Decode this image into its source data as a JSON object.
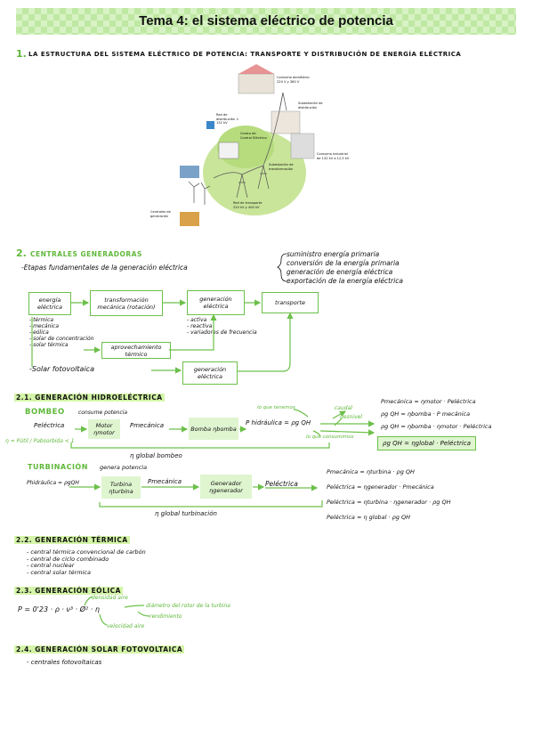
{
  "title": "Tema 4: el sistema eléctrico de potencia",
  "section1": {
    "number": "1.",
    "heading": "LA ESTRUCTURA DEL SISTEMA ELÉCTRICO DE POTENCIA: TRANSPORTE Y DISTRIBUCIÓN DE ENERGÍA ELÉCTRICA"
  },
  "figure_labels": {
    "consumo_domestico": "Consumo doméstico 220 V y 380 V",
    "subestacion_distribucion": "Subestación de distribución",
    "red_distribucion": "Red de distribución < 132 kV",
    "centro_control": "Centro de Control Eléctrico",
    "subestacion_transformacion": "Subestación de transformación",
    "consumo_industrial": "Consumo industrial de 132 kV a 12,5 kV",
    "red_transporte": "Red de transporte 220 kV y 400 kV",
    "centrales": "Centrales de generación"
  },
  "section2": {
    "number": "2.",
    "heading": "CENTRALES GENERADORAS",
    "etapas": "-Etapas fundamentales de la generación eléctrica",
    "stages": [
      "suministro energía primaria",
      "conversión de la energía primaria",
      "generación de energía eléctrica",
      "exportación de la energía eléctrica"
    ],
    "flow": {
      "energia_electrica": "energía eléctrica",
      "transformacion": "transformación mecánica (rotación)",
      "generacion": "generación eléctrica",
      "transporte": "transporte",
      "tipos": [
        "- térmica",
        "- mecánica",
        "- eólica",
        "- solar de concentración",
        "- solar térmica"
      ],
      "aprovechamiento": "aprovechamiento térmico",
      "gen_types": [
        "- activa",
        "- reactiva",
        "- variadores de frecuencia"
      ],
      "solar": "-Solar fotovoltaica",
      "generacion2": "generación eléctrica"
    }
  },
  "section21": {
    "heading": "2.1. GENERACIÓN HIDROELÉCTRICA",
    "bombeo": "BOMBEO",
    "consume": "consume potencia",
    "p_electrica": "Peléctrica",
    "motor": "Motor ηmotor",
    "p_mecanica": "Pmecánica",
    "bomba": "Bomba ηbomba",
    "p_hidraulica": "P hidráulica = ρg QH",
    "lo_que_tenemos": "lo que tenemos",
    "caudal": "caudal",
    "desnivel": "desnivel",
    "lo_que_consumimos": "lo que consumimos",
    "eta_def": "η = Pútil / Pabsorbida < 1",
    "global_bombeo": "η global bombeo",
    "eq_bombeo": [
      "Pmecánica = ηmotor · Peléctrica",
      "ρg QH = ηbomba · P mecánica",
      "ρg QH = ηbomba · ηmotor · Peléctrica"
    ],
    "eq_bombeo_box": "ρg QH = ηglobal · Peléctrica",
    "turbinacion": "TURBINACIÓN",
    "genera": "genera potencia",
    "p_hidraulica2": "Phidráulica = ρgQH",
    "turbina": "Turbina ηturbina",
    "p_mecanica2": "Pmecánica",
    "generador": "Generador ηgenerador",
    "p_electrica2": "Peléctrica",
    "global_turbinacion": "η global turbinación",
    "eq_turb": [
      "Pmecánica = ηturbina · ρg QH",
      "Peléctrica = ηgenerador · Pmecánica",
      "Peléctrica = ηturbina · ηgenerador · ρg QH",
      "Peléctrica = η global · ρg QH"
    ]
  },
  "section22": {
    "heading": "2.2. GENERACIÓN TÉRMICA",
    "items": [
      "- central térmica convencional de carbón",
      "- central de ciclo combinado",
      "- central nuclear",
      "- central solar térmica"
    ]
  },
  "section23": {
    "heading": "2.3. GENERACIÓN EÓLICA",
    "formula": "P = 0'23 · ρ · ν³ · Ø² · η",
    "densidad": "densidad aire",
    "diametro": "diámetro del rotor de la turbina",
    "rendimiento": "rendimiento",
    "velocidad": "velocidad aire"
  },
  "section24": {
    "heading": "2.4. GENERACIÓN SOLAR FOTOVOLTAICA",
    "item": "- centrales fotovoltaicas"
  }
}
